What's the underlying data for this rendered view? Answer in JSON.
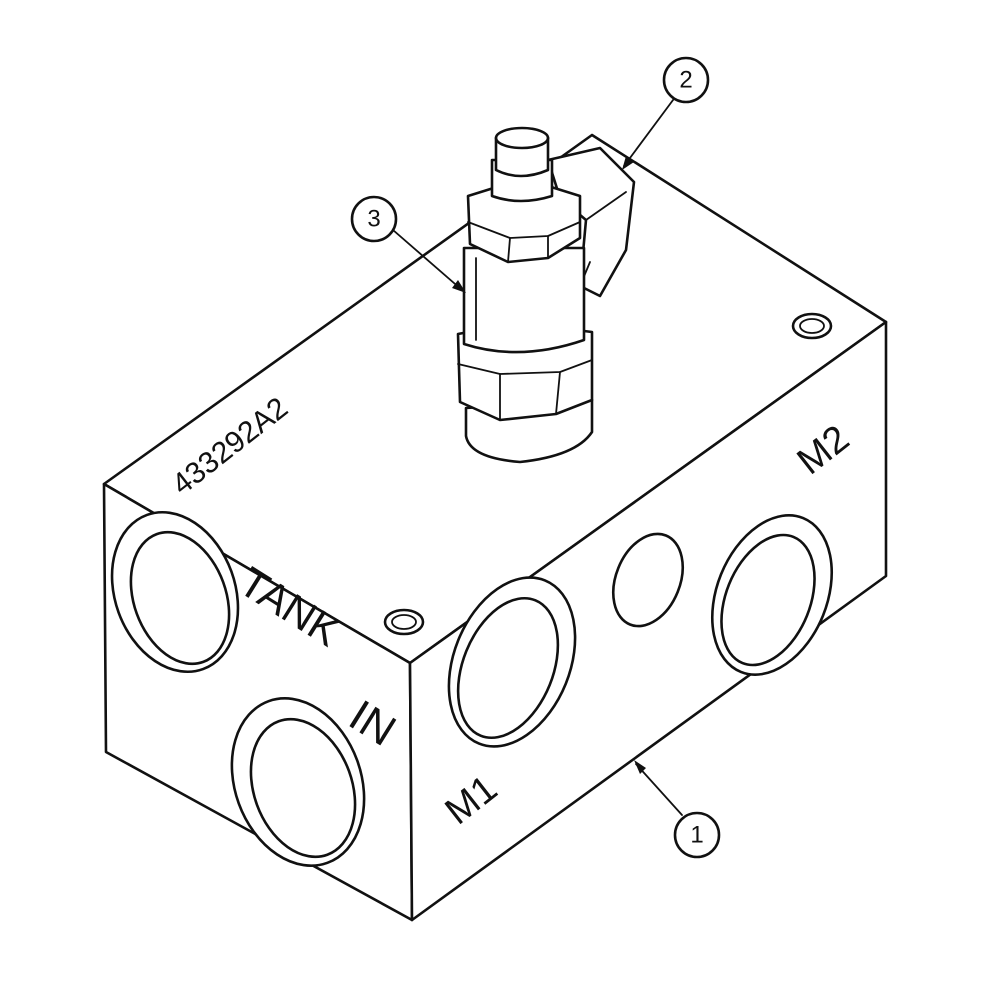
{
  "part_number": "433292A2",
  "port_labels": {
    "tank": "TANK",
    "in": "IN",
    "m1": "M1",
    "m2": "M2"
  },
  "callouts": [
    {
      "id": "1",
      "label": "1"
    },
    {
      "id": "2",
      "label": "2"
    },
    {
      "id": "3",
      "label": "3"
    }
  ]
}
